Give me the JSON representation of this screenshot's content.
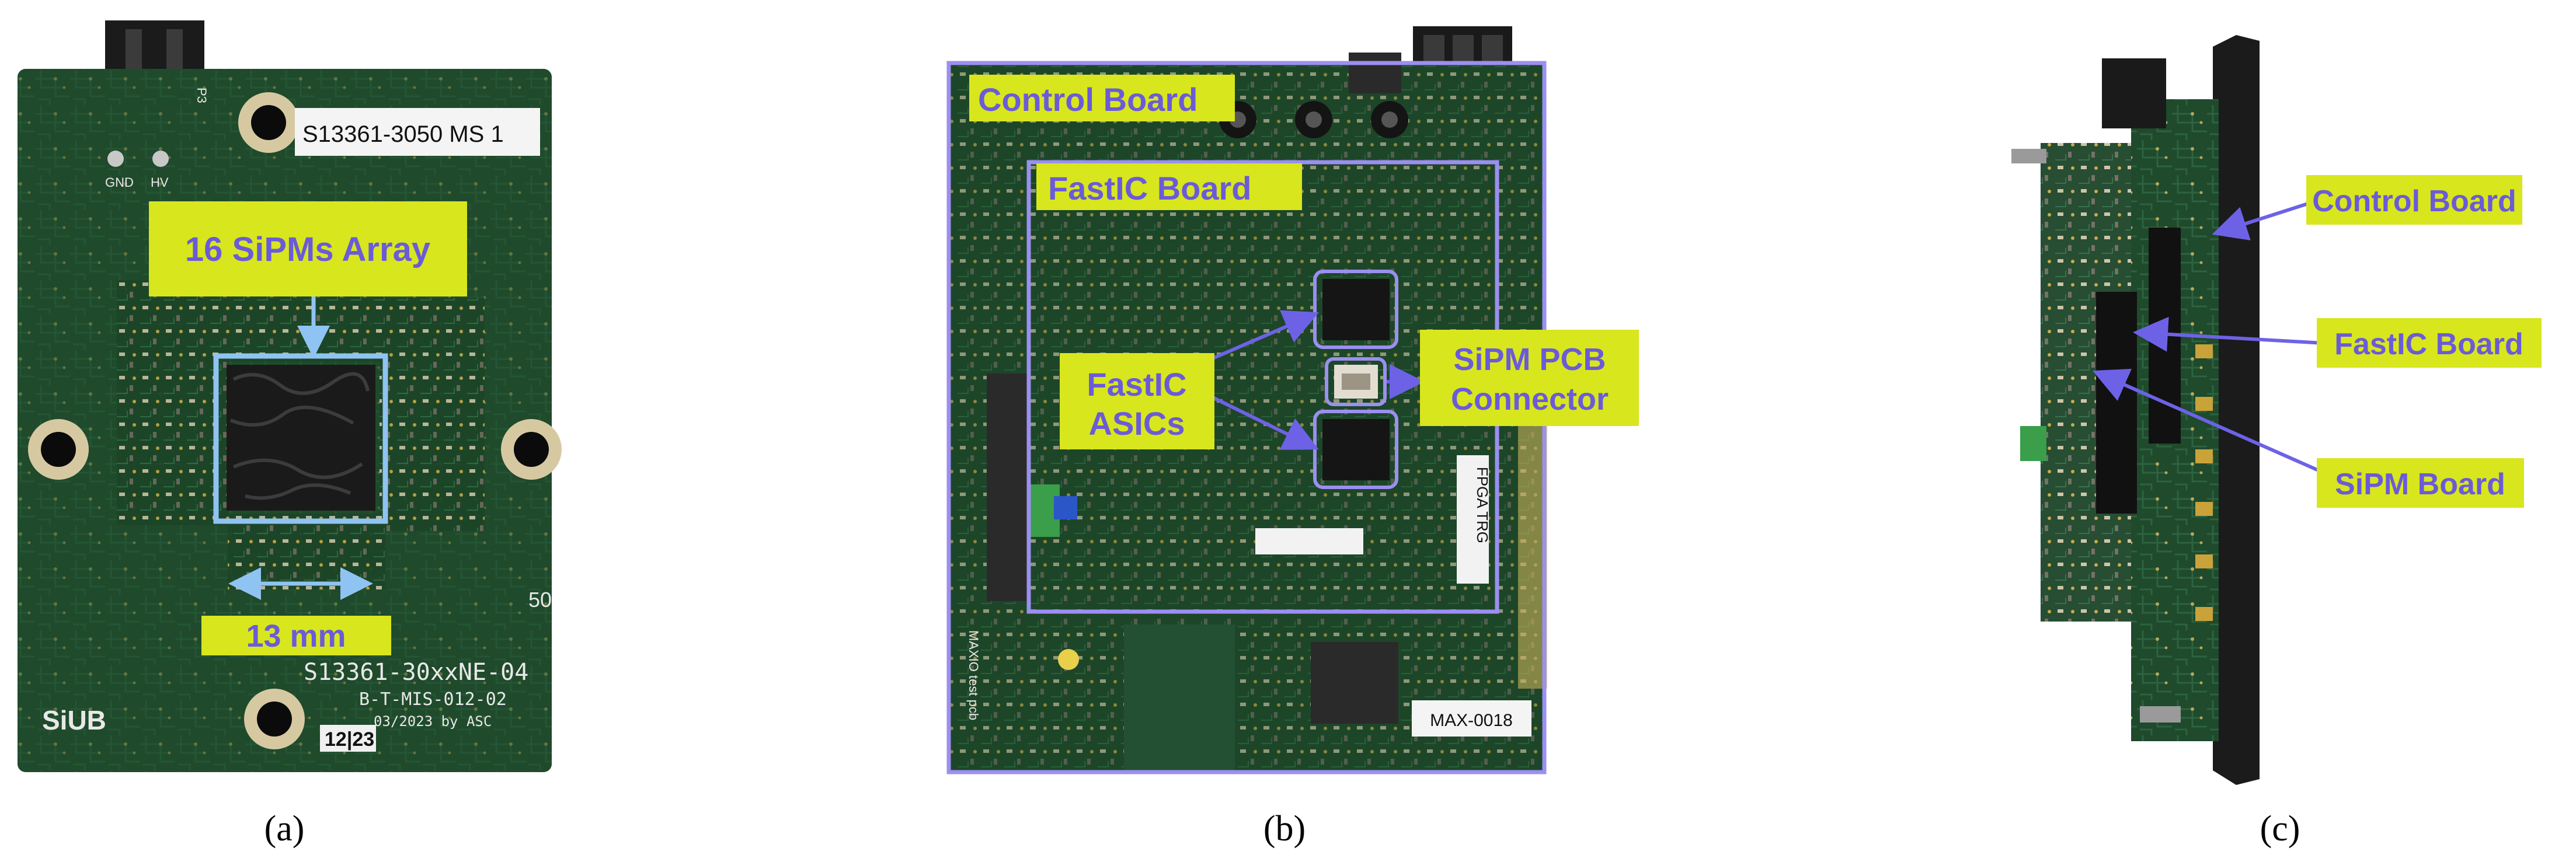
{
  "panels": {
    "a": {
      "caption": "(a)",
      "photo_text": {
        "sticker": "S13361-3050 MS 1",
        "gnd": "GND",
        "hv": "HV",
        "p3": "P3",
        "model_line": "S13361-30xxNE-04",
        "board_code": "B-T-MIS-012-02",
        "date_line": "03/2023 by ASC",
        "badge": "12|23",
        "side_number": "50",
        "logo": "SiUB"
      },
      "labels": {
        "array": "16 SiPMs Array",
        "width": "13 mm"
      }
    },
    "b": {
      "caption": "(b)",
      "photo_text": {
        "fpga": "FPGA TRG",
        "max_sticker": "MAX-0018",
        "pcb_text": "MAXIO test pcb"
      },
      "labels": {
        "control_board": "Control Board",
        "fastic_board": "FastIC Board",
        "asics_line1": "FastIC",
        "asics_line2": "ASICs",
        "connector_line1": "SiPM PCB",
        "connector_line2": "Connector"
      }
    },
    "c": {
      "caption": "(c)",
      "labels": {
        "control_board": "Control Board",
        "fastic_board": "FastIC Board",
        "sipm_board": "SiPM Board"
      }
    }
  },
  "colors": {
    "label_bg": "#d8e61e",
    "label_text": "#6b5bd8",
    "outline": "#9b8ff0",
    "light_blue": "#8fc3f2",
    "pcb_green": "#1f4a2c",
    "arrow": "#6d62e6"
  }
}
